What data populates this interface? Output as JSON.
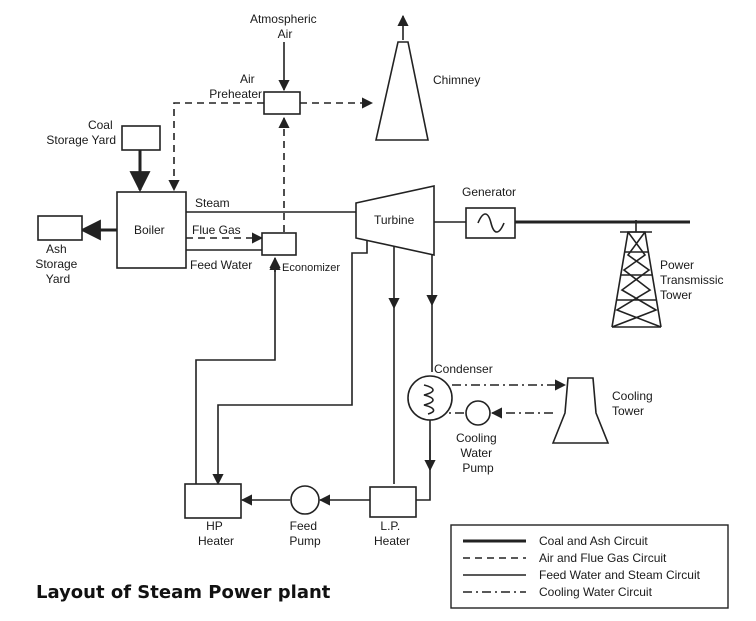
{
  "components": {
    "atmospheric_air": [
      "Atmospheric",
      "Air"
    ],
    "air_preheater": [
      "Air",
      "Preheater"
    ],
    "chimney": "Chimney",
    "coal_storage": [
      "Coal",
      "Storage Yard"
    ],
    "boiler": "Boiler",
    "ash_storage": [
      "Ash",
      "Storage",
      "Yard"
    ],
    "steam": "Steam",
    "flue_gas": "Flue Gas",
    "feed_water": "Feed Water",
    "economizer": "Economizer",
    "turbine": "Turbine",
    "generator": "Generator",
    "power_tower": [
      "Power",
      "Transmissic",
      "Tower"
    ],
    "condenser": "Condenser",
    "cooling_tower": [
      "Cooling",
      "Tower"
    ],
    "cooling_pump": [
      "Cooling",
      "Water",
      "Pump"
    ],
    "hp_heater": [
      "HP",
      "Heater"
    ],
    "feed_pump": [
      "Feed",
      "Pump"
    ],
    "lp_heater": [
      "L.P.",
      "Heater"
    ]
  },
  "legend": [
    {
      "style": "thick",
      "label": "Coal and Ash Circuit"
    },
    {
      "style": "dashed",
      "label": "Air and Flue Gas Circuit"
    },
    {
      "style": "solid",
      "label": "Feed Water and Steam Circuit"
    },
    {
      "style": "dashdot",
      "label": "Cooling Water Circuit"
    }
  ],
  "title": "Layout of Steam Power plant"
}
